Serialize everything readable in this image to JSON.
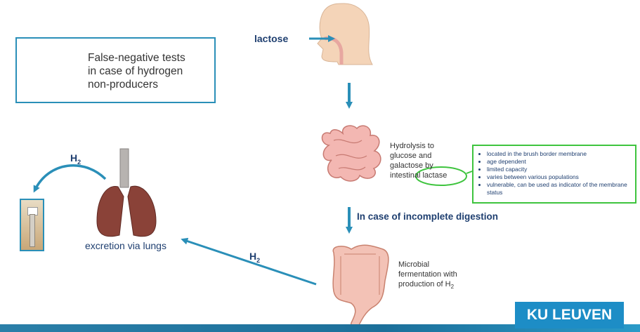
{
  "warning": {
    "line1": "False-negative tests",
    "line2": "in case of hydrogen",
    "line3": "non-producers"
  },
  "labels": {
    "lactose": "lactose",
    "hydrolysis_line1": "Hydrolysis to",
    "hydrolysis_line2": "glucose and",
    "hydrolysis_line3": "galactose by",
    "hydrolysis_line4": "intestinal lactase",
    "incomplete": "In case of incomplete digestion",
    "fermentation_line1": "Microbial",
    "fermentation_line2": "fermentation with",
    "fermentation_line3": "production of H",
    "fermentation_sub": "2",
    "excretion": "excretion via lungs",
    "h2_main": "H",
    "h2_sub": "2",
    "h2_top": "H",
    "h2_top_sub": "2"
  },
  "lactase_notes": [
    "located in the brush border membrane",
    "age dependent",
    "limited capacity",
    "varies between various populations",
    "vulnerable, can be used as indicator of the membrane status"
  ],
  "logo": {
    "text": "KU LEUVEN"
  },
  "colors": {
    "arrow": "#2a8fb8",
    "green": "#3ec43e",
    "warning_red": "#d8272d",
    "brand_blue": "#1d8dc6"
  }
}
